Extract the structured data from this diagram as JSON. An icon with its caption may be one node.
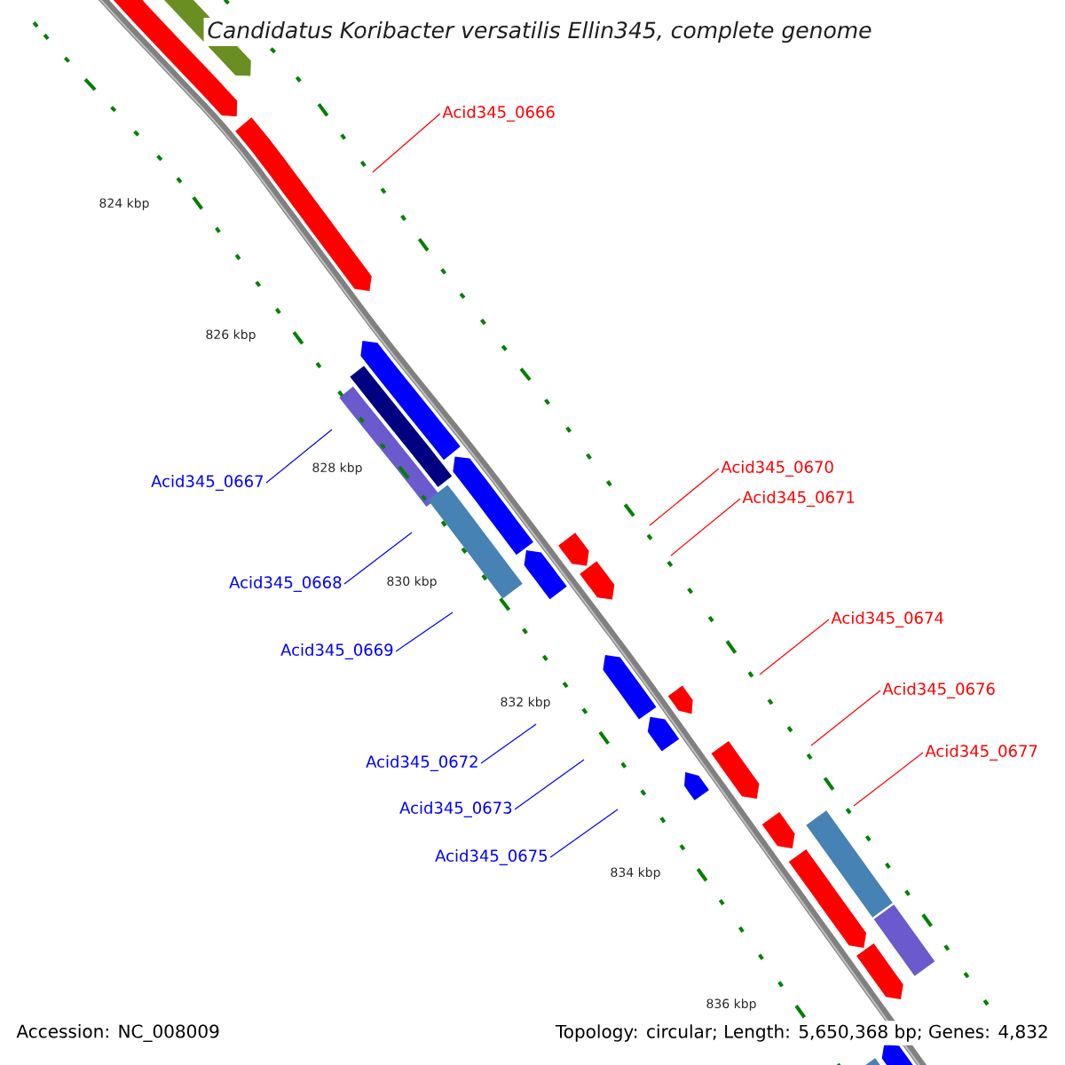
{
  "diagram": {
    "title": "Candidatus Koribacter versatilis Ellin345, complete genome",
    "nodes": [
      {
        "text": [
          "Acid345_0666"
        ]
      },
      {
        "text": [
          "Acid345_0667"
        ]
      },
      {
        "text": [
          "Acid345_0670"
        ]
      },
      {
        "text": [
          "Acid345_0671"
        ]
      },
      {
        "text": [
          "Acid345_0668"
        ]
      },
      {
        "text": [
          "Acid345_0669"
        ]
      },
      {
        "text": [
          "Acid345_0674"
        ]
      },
      {
        "text": [
          "Acid345_0676"
        ]
      },
      {
        "text": [
          "Acid345_0677"
        ]
      },
      {
        "text": [
          "Acid345_0672"
        ]
      },
      {
        "text": [
          "Acid345_0673"
        ]
      },
      {
        "text": [
          "Acid345_0675"
        ]
      }
    ],
    "edges": [
      {
        "from": 0,
        "to": null,
        "arrow": "none",
        "color": "#ff0000"
      },
      {
        "from": 1,
        "to": null,
        "arrow": "none",
        "color": "#0000ff"
      },
      {
        "from": 2,
        "to": null,
        "arrow": "none",
        "color": "#ff0000"
      },
      {
        "from": 3,
        "to": null,
        "arrow": "none",
        "color": "#ff0000"
      },
      {
        "from": 4,
        "to": null,
        "arrow": "none",
        "color": "#0000ff"
      },
      {
        "from": 5,
        "to": null,
        "arrow": "none",
        "color": "#0000ff"
      },
      {
        "from": 6,
        "to": null,
        "arrow": "none",
        "color": "#ff0000"
      },
      {
        "from": 7,
        "to": null,
        "arrow": "none",
        "color": "#ff0000"
      },
      {
        "from": 8,
        "to": null,
        "arrow": "none",
        "color": "#ff0000"
      },
      {
        "from": 9,
        "to": null,
        "arrow": "none",
        "color": "#0000ff"
      },
      {
        "from": 10,
        "to": null,
        "arrow": "none",
        "color": "#0000ff"
      },
      {
        "from": 11,
        "to": null,
        "arrow": "none",
        "color": "#0000ff"
      }
    ],
    "labels": [
      "824 kbp",
      "826 kbp",
      "828 kbp",
      "830 kbp",
      "832 kbp",
      "834 kbp",
      "836 kbp",
      "Accession: NC_008009",
      "Topology: circular; Length: 5,650,368 bp; Genes: 4,832"
    ]
  }
}
